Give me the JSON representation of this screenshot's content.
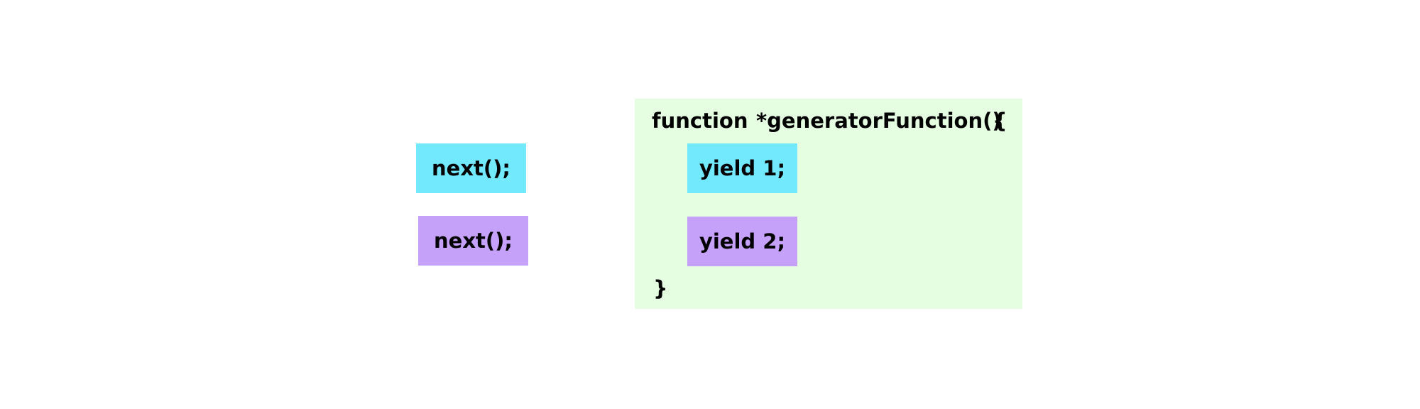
{
  "calls": [
    {
      "label": "next();"
    },
    {
      "label": "next();"
    }
  ],
  "generator": {
    "keyword": "function",
    "name": "*generatorFunction()",
    "open_brace": "{",
    "close_brace": "}",
    "yields": [
      {
        "label": "yield 1;"
      },
      {
        "label": "yield 2;"
      }
    ]
  },
  "colors": {
    "first": "#73e9fe",
    "second": "#c6a1fa",
    "panel": "#e5fde1",
    "text": "#000000"
  }
}
